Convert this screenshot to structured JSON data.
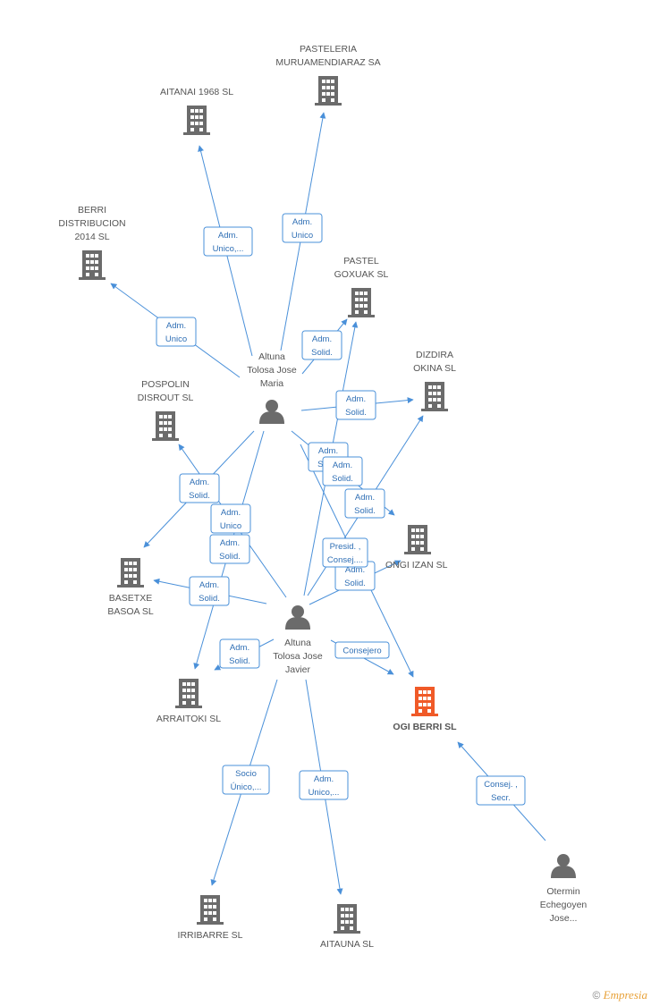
{
  "colors": {
    "edge": "#4a90d9",
    "edge_text": "#2f6fb5",
    "node_icon": "#6b6b6b",
    "focus_icon": "#f05a28",
    "person_icon": "#6b6b6b"
  },
  "nodes": [
    {
      "id": "pasteleria",
      "type": "company",
      "icon": "building-icon",
      "label": [
        "PASTELERIA",
        "MURUAMENDIARAZ SA"
      ]
    },
    {
      "id": "aitanai",
      "type": "company",
      "icon": "building-icon",
      "label": [
        "AITANAI 1968 SL"
      ]
    },
    {
      "id": "berri",
      "type": "company",
      "icon": "building-icon",
      "label": [
        "BERRI",
        "DISTRIBUCION",
        "2014  SL"
      ]
    },
    {
      "id": "pastel",
      "type": "company",
      "icon": "building-icon",
      "label": [
        "PASTEL",
        "GOXUAK  SL"
      ]
    },
    {
      "id": "dizdira",
      "type": "company",
      "icon": "building-icon",
      "label": [
        "DIZDIRA",
        "OKINA SL"
      ]
    },
    {
      "id": "pospolin",
      "type": "company",
      "icon": "building-icon",
      "label": [
        "POSPOLIN",
        "DISROUT  SL"
      ]
    },
    {
      "id": "ongi",
      "type": "company",
      "icon": "building-icon",
      "label": [
        "ONGI IZAN SL"
      ]
    },
    {
      "id": "basetxe",
      "type": "company",
      "icon": "building-icon",
      "label": [
        "BASETXE",
        "BASOA SL"
      ]
    },
    {
      "id": "arraitoki",
      "type": "company",
      "icon": "building-icon",
      "label": [
        "ARRAITOKI  SL"
      ]
    },
    {
      "id": "ogi",
      "type": "focus",
      "icon": "building-icon",
      "label": [
        "OGI BERRI SL"
      ]
    },
    {
      "id": "irribarre",
      "type": "company",
      "icon": "building-icon",
      "label": [
        "IRRIBARRE  SL"
      ]
    },
    {
      "id": "aitauna",
      "type": "company",
      "icon": "building-icon",
      "label": [
        "AITAUNA SL"
      ]
    },
    {
      "id": "maria",
      "type": "person",
      "icon": "person-icon",
      "label": [
        "Altuna",
        "Tolosa Jose",
        "Maria"
      ]
    },
    {
      "id": "javier",
      "type": "person",
      "icon": "person-icon",
      "label": [
        "Altuna",
        "Tolosa Jose",
        "Javier"
      ]
    },
    {
      "id": "otermin",
      "type": "person",
      "icon": "person-icon",
      "label": [
        "Otermin",
        "Echegoyen",
        "Jose..."
      ]
    }
  ],
  "edges": [
    {
      "from": "maria",
      "to": "pasteleria",
      "label": [
        "Adm.",
        "Unico"
      ]
    },
    {
      "from": "maria",
      "to": "aitanai",
      "label": [
        "Adm.",
        "Unico,..."
      ]
    },
    {
      "from": "maria",
      "to": "berri",
      "label": [
        "Adm.",
        "Unico"
      ]
    },
    {
      "from": "maria",
      "to": "pastel",
      "label": [
        "Adm.",
        "Solid."
      ]
    },
    {
      "from": "maria",
      "to": "dizdira",
      "label": [
        "Adm.",
        "Solid."
      ]
    },
    {
      "from": "maria",
      "to": "ongi",
      "label": [
        "Adm.",
        "Solid."
      ]
    },
    {
      "from": "maria",
      "to": "ogi",
      "label": [
        "Adm.",
        "Solid."
      ]
    },
    {
      "from": "maria",
      "to": "basetxe",
      "label": [
        "Adm.",
        "Solid."
      ]
    },
    {
      "from": "maria",
      "to": "arraitoki",
      "label": [
        "Adm.",
        "Solid."
      ]
    },
    {
      "from": "javier",
      "to": "pospolin",
      "label": [
        "Adm.",
        "Unico"
      ]
    },
    {
      "from": "javier",
      "to": "basetxe",
      "label": [
        "Adm.",
        "Solid."
      ]
    },
    {
      "from": "javier",
      "to": "arraitoki",
      "label": [
        "Adm.",
        "Solid."
      ]
    },
    {
      "from": "javier",
      "to": "pastel",
      "label": [
        "Adm.",
        "Solid."
      ]
    },
    {
      "from": "javier",
      "to": "dizdira",
      "label": [
        "Adm.",
        "Solid."
      ]
    },
    {
      "from": "javier",
      "to": "ongi",
      "label": [
        "Presid. ,",
        "Consej...."
      ]
    },
    {
      "from": "javier",
      "to": "ogi",
      "label": [
        "Consejero"
      ]
    },
    {
      "from": "javier",
      "to": "irribarre",
      "label": [
        "Socio",
        "Único,..."
      ]
    },
    {
      "from": "javier",
      "to": "aitauna",
      "label": [
        "Adm.",
        "Unico,..."
      ]
    },
    {
      "from": "otermin",
      "to": "ogi",
      "label": [
        "Consej. ,",
        "Secr."
      ]
    }
  ],
  "footer": {
    "copyright": "©",
    "brand": "Empresia"
  }
}
